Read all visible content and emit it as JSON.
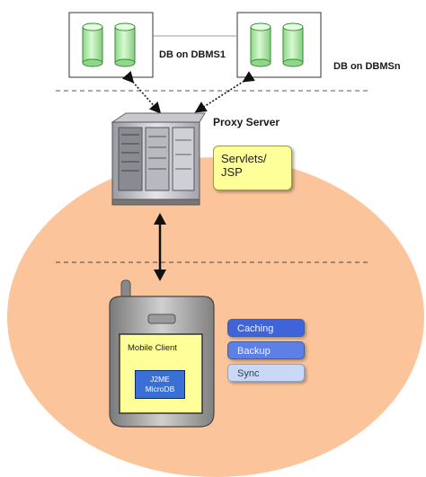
{
  "labels": {
    "db1": "DB on DBMS1",
    "dbn": "DB on DBMSn",
    "proxy": "Proxy Server",
    "servlets_line1": "Servlets/",
    "servlets_line2": "JSP",
    "mobile_client": "Mobile Client",
    "j2me_line1": "J2ME",
    "j2me_line2": "MicroDB",
    "caching": "Caching",
    "backup": "Backup",
    "sync": "Sync"
  },
  "colors": {
    "orange_region": "#fbc49a",
    "cylinder_green": "#b8f0b0",
    "servlet_box": "#ffff99",
    "caching": "#3f63d8",
    "backup": "#5d7fe6",
    "sync": "#c9d8f6"
  },
  "icons": [
    "database-cylinder-icon",
    "server-rack-icon",
    "mobile-phone-icon",
    "double-arrow-icon"
  ]
}
